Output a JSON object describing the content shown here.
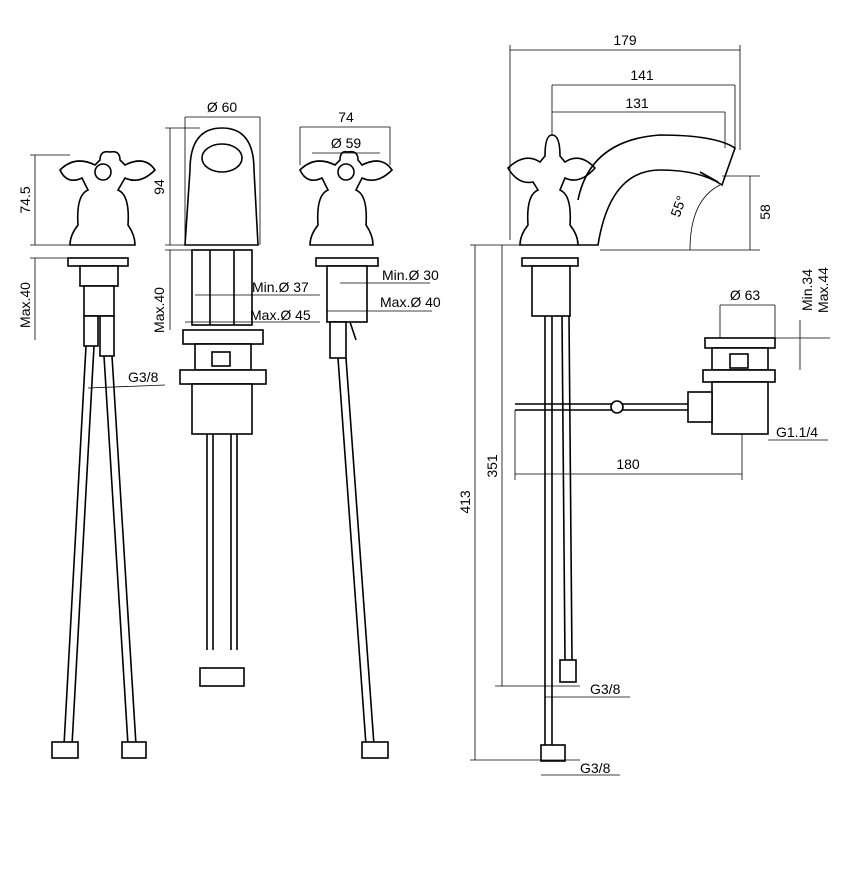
{
  "title": "Three-hole basin mixer technical drawing",
  "dimensions": {
    "spout_reach_total": "179",
    "spout_reach_mid": "141",
    "spout_reach_short": "131",
    "spout_diameter": "Ø 60",
    "handle_width": "74",
    "handle_base_diameter": "Ø 59",
    "handle_height": "74.5",
    "spout_body_height": "94",
    "left_max_thickness": "Max.40",
    "middle_max_thickness": "Max.40",
    "spout_hole_min": "Min.Ø 37",
    "spout_hole_max": "Max.Ø 45",
    "valve_hole_min": "Min.Ø 30",
    "valve_hole_max": "Max.Ø 40",
    "left_connection": "G3/8",
    "spout_angle": "55°",
    "spout_outlet_height": "58",
    "waste_diameter": "Ø 63",
    "waste_min": "Min.34",
    "waste_max": "Max.44",
    "waste_thread": "G1.1/4",
    "pop_up_rod_length": "180",
    "hose_length_short": "351",
    "hose_length_total": "413",
    "right_connection_upper": "G3/8",
    "right_connection_lower": "G3/8"
  }
}
